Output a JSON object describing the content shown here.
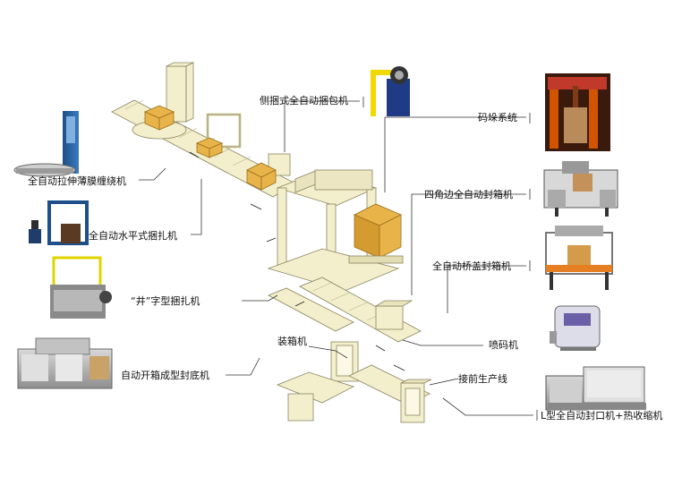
{
  "labels": {
    "stretch_wrap": "全自动拉伸薄膜缠绕机",
    "horizontal_strapper": "全自动水平式捆扎机",
    "cross_strapper": "“井”字型捆扎机",
    "case_erector": "自动开箱成型封底机",
    "side_strapper": "侧捆式全自动捆包机",
    "palletizer": "码垛系统",
    "four_corner_sealer": "四角边全自动封箱机",
    "bridge_sealer": "全自动桥盖封箱机",
    "case_packer": "装箱机",
    "coder": "喷码机",
    "front_line": "接前生产线",
    "shrink_machine": "L型全自动封口机+热收缩机"
  },
  "colors": {
    "machine": "#f3efcc",
    "machine_edge": "#8a8560",
    "carton": "#e8b44a",
    "leader": "#333333"
  }
}
